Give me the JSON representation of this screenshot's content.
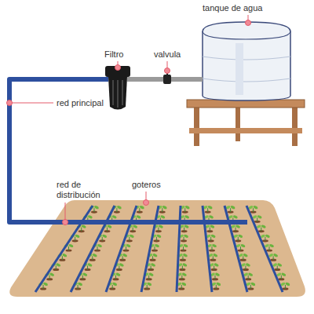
{
  "diagram": {
    "labels": [
      "tanque de agua",
      "Filtro",
      "valvula",
      "red principal",
      "red de distribución",
      "goteros"
    ]
  }
}
